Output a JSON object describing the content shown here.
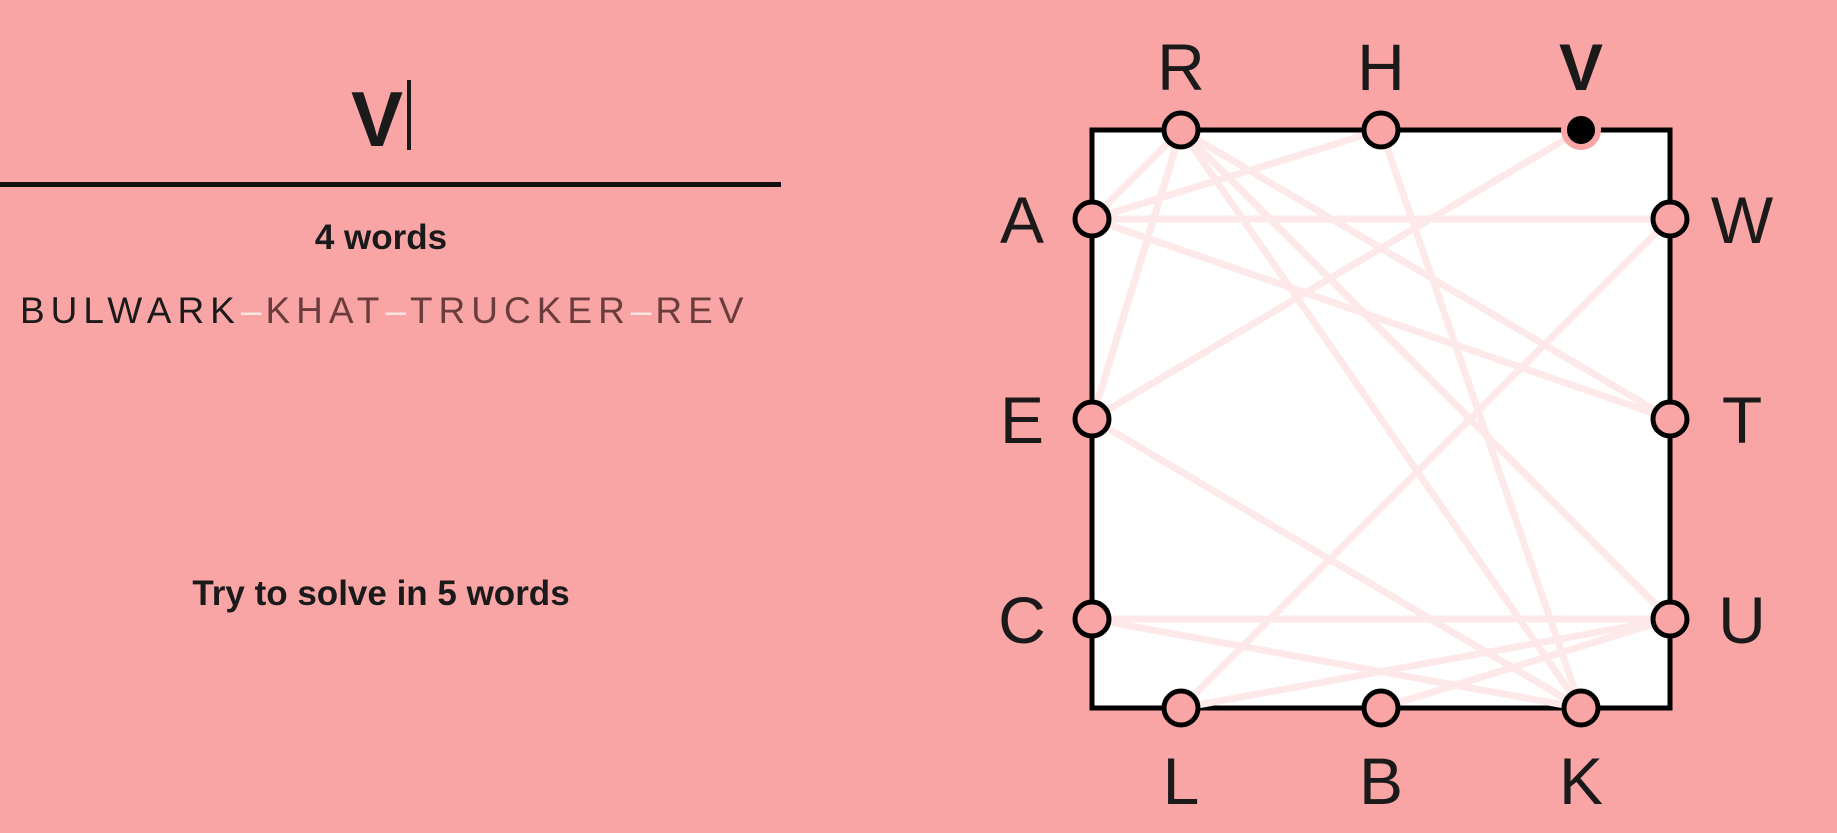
{
  "current_word": "V",
  "word_count_label": "4 words",
  "chain": [
    {
      "text": "BULWARK",
      "style": "normal"
    },
    {
      "text": "KHAT",
      "style": "dim"
    },
    {
      "text": "TRUCKER",
      "style": "dim"
    },
    {
      "text": "REV",
      "style": "dim"
    }
  ],
  "chain_separator": "–",
  "target_label": "Try to solve in 5 words",
  "board": {
    "colors": {
      "background": "#f9a5a5",
      "box_fill": "#ffffff",
      "box_stroke": "#000000",
      "node_fill": "#f9a5a5",
      "active_node_fill": "#000000",
      "path_line": "#fde9e9"
    },
    "letters": {
      "top": [
        "R",
        "H",
        "V"
      ],
      "left": [
        "A",
        "E",
        "C"
      ],
      "right": [
        "W",
        "T",
        "U"
      ],
      "bottom": [
        "L",
        "B",
        "K"
      ]
    },
    "active_letter": "V",
    "paths": [
      [
        "B",
        "U"
      ],
      [
        "U",
        "L"
      ],
      [
        "L",
        "W"
      ],
      [
        "W",
        "A"
      ],
      [
        "A",
        "R"
      ],
      [
        "R",
        "K"
      ],
      [
        "K",
        "H"
      ],
      [
        "H",
        "A"
      ],
      [
        "A",
        "T"
      ],
      [
        "T",
        "R"
      ],
      [
        "R",
        "U"
      ],
      [
        "U",
        "C"
      ],
      [
        "C",
        "K"
      ],
      [
        "K",
        "E"
      ],
      [
        "E",
        "R"
      ],
      [
        "R",
        "E"
      ],
      [
        "E",
        "V"
      ]
    ]
  }
}
